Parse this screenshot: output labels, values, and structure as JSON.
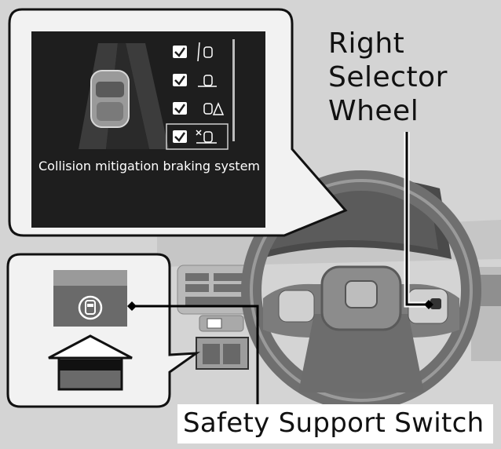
{
  "screen": {
    "caption": "Collision mitigation braking system",
    "menu_items": [
      {
        "checked": true,
        "icon": "lane-keep-icon",
        "selected": false
      },
      {
        "checked": true,
        "icon": "road-departure-icon",
        "selected": false
      },
      {
        "checked": true,
        "icon": "traffic-sign-icon",
        "selected": false
      },
      {
        "checked": true,
        "icon": "collision-braking-icon",
        "selected": true
      }
    ]
  },
  "labels": {
    "right_selector_wheel": "Right\nSelector\nWheel",
    "safety_support_switch": "Safety Support Switch"
  },
  "icons": {
    "switch_icon": "safety-support-icon",
    "push_arrow": "push-arrow-icon"
  },
  "colors": {
    "background": "#d4d4d4",
    "screen": "#1e1e1e",
    "callout_fill": "#f2f2f2",
    "leader_line": "#000000"
  }
}
